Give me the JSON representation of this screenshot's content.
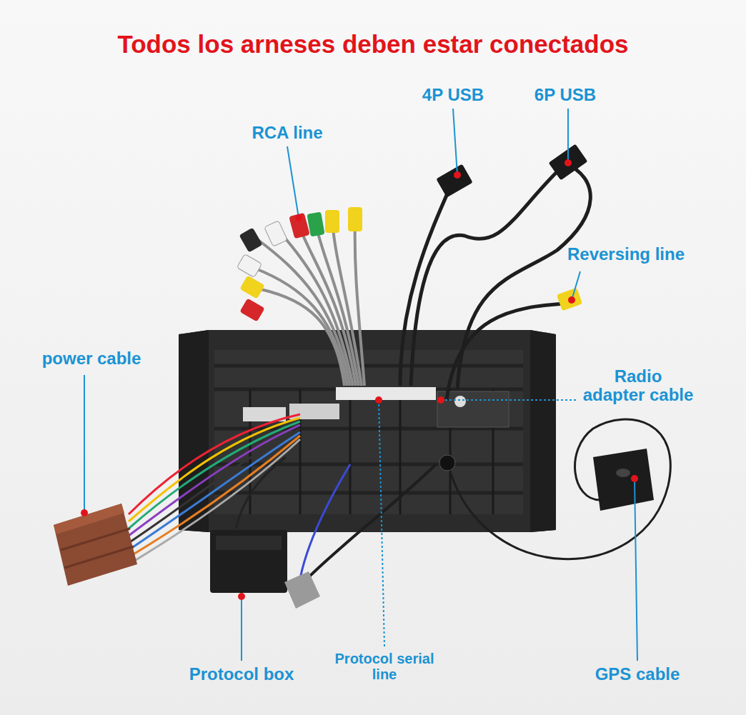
{
  "diagram": {
    "title": "Todos los arneses deben estar conectados",
    "labels": [
      "RCA line",
      "4P USB",
      "6P USB",
      "Reversing line",
      "power cable",
      "Radio adapter cable",
      "Protocol box",
      "Protocol serial line",
      "GPS cable"
    ]
  }
}
